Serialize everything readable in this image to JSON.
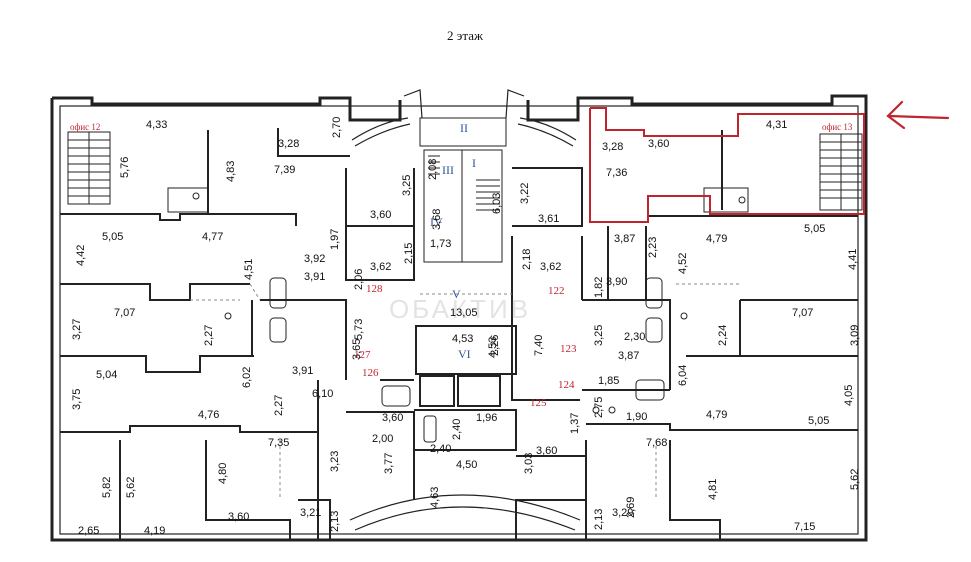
{
  "plan": {
    "title": "2 этаж",
    "watermark": "ОБАКТИВ",
    "offices": [
      "офис 12",
      "офис 13"
    ],
    "roman": [
      "II",
      "III",
      "I",
      "IV",
      "V",
      "VI"
    ],
    "rooms": [
      "128",
      "127",
      "126",
      "122",
      "123",
      "124",
      "125"
    ],
    "dims": [
      "4,33",
      "3,28",
      "7,39",
      "3,60",
      "5,05",
      "4,77",
      "1,73",
      "3,92",
      "3,62",
      "3,91",
      "7,07",
      "13,05",
      "4,53",
      "5,04",
      "3,91",
      "6,10",
      "4,76",
      "3,60",
      "1,96",
      "2,00",
      "7,35",
      "2,40",
      "4,50",
      "3,60",
      "3,21",
      "2,65",
      "4,19",
      "4,31",
      "3,60",
      "3,28",
      "7,36",
      "3,61",
      "3,87",
      "4,79",
      "5,05",
      "3,62",
      "3,90",
      "7,07",
      "2,30",
      "3,87",
      "1,85",
      "1,90",
      "4,79",
      "5,05",
      "3,60",
      "7,68",
      "3,29",
      "7,15"
    ],
    "vdims": [
      "5,76",
      "4,83",
      "2,70",
      "3,25",
      "2,08",
      "3,68",
      "6,03",
      "3,22",
      "4,42",
      "4,51",
      "1,97",
      "2,15",
      "2,06",
      "3,27",
      "2,27",
      "5,73",
      "3,65",
      "2,26",
      "7,40",
      "3,25",
      "2,23",
      "4,52",
      "4,41",
      "2,18",
      "1,82",
      "2,24",
      "3,09",
      "6,04",
      "3,75",
      "6,02",
      "2,27",
      "2,40",
      "4,53",
      "1,37",
      "2,75",
      "4,05",
      "3,23",
      "4,80",
      "5,82",
      "5,62",
      "3,77",
      "4,63",
      "3,03",
      "2,13",
      "2,13",
      "4,81",
      "5,62",
      "2,69"
    ]
  }
}
